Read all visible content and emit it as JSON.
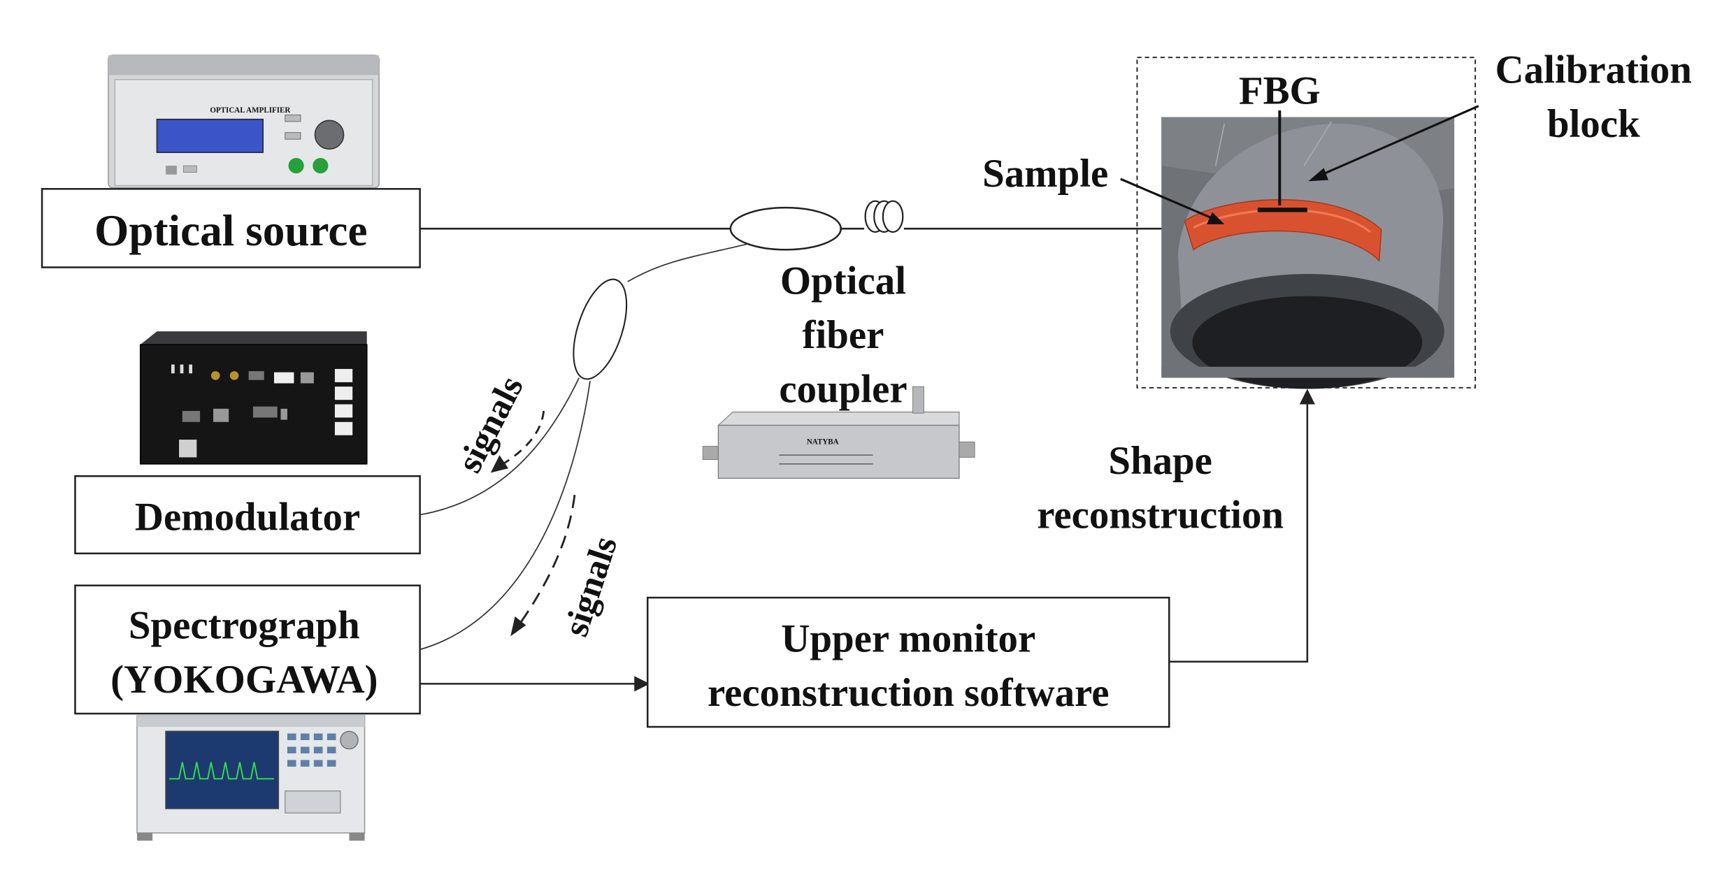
{
  "labels": {
    "optical_source": "Optical source",
    "demodulator": "Demodulator",
    "spectrograph_line1": "Spectrograph",
    "spectrograph_line2": "(YOKOGAWA)",
    "software_line1": "Upper monitor",
    "software_line2": "reconstruction software",
    "coupler_line1": "Optical",
    "coupler_line2": "fiber",
    "coupler_line3": "coupler",
    "signals_upper": "signals",
    "signals_lower": "signals",
    "shape_line1": "Shape",
    "shape_line2": "reconstruction",
    "fbg": "FBG",
    "calibration_line1": "Calibration",
    "calibration_line2": "block",
    "sample": "Sample"
  },
  "device_text": {
    "amplifier_panel": "OPTICAL AMPLIFIER",
    "coupler_brand": "NATYBA"
  },
  "colors": {
    "sample_red": "#d9522f",
    "tube_grey": "#8e9298",
    "photo_bg": "#6f7378"
  }
}
